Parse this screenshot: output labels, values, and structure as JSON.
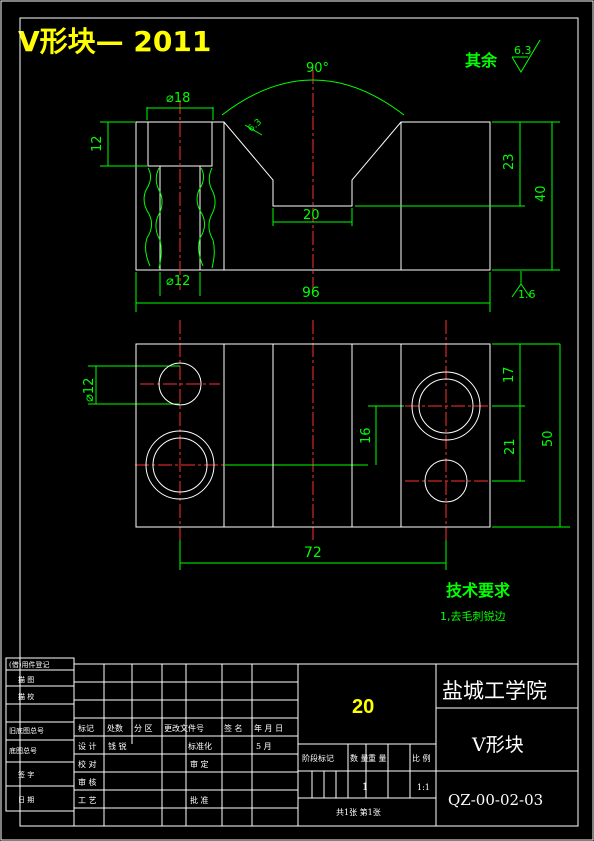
{
  "header": {
    "title": "V形块— 2011"
  },
  "surface_note": {
    "label": "其余",
    "value": "6.3"
  },
  "dims": {
    "angle": "90°",
    "d18": "⌀18",
    "d12_top": "⌀12",
    "h12": "12",
    "w20": "20",
    "w96": "96",
    "h23": "23",
    "h40": "40",
    "rough_cone": "1.6",
    "rough_small": "6.3",
    "d12_side": "⌀12",
    "h17": "17",
    "h16": "16",
    "h21": "21",
    "h50": "50",
    "w72": "72"
  },
  "tech": {
    "heading": "技术要求",
    "item1": "1,去毛刺锐边"
  },
  "title_block": {
    "school": "盐城工学院",
    "material": "20",
    "part_name": "V形块",
    "drawing_no": "QZ-00-02-03",
    "sheets": "共1张  第1张",
    "qty": "1",
    "scale": "1:1",
    "row_labels": [
      "标记",
      "处数",
      "分 区",
      "更改文件号",
      "签 名",
      "年 月 日"
    ],
    "design": "设 计",
    "designer": "钱 锐",
    "standard": "标准化",
    "month": "5 月",
    "check": "校 对",
    "review": "审 定",
    "audit": "审 核",
    "process": "工 艺",
    "approve": "批 准",
    "stage": "阶段标记",
    "weight_h": "数 量",
    "weight2_h": "重 量",
    "scale_h": "比 例",
    "left_labels": [
      "(借)用件登记",
      "描  图",
      "描  校",
      "旧底图总号",
      "底图总号",
      "签  字",
      "日  期"
    ]
  }
}
